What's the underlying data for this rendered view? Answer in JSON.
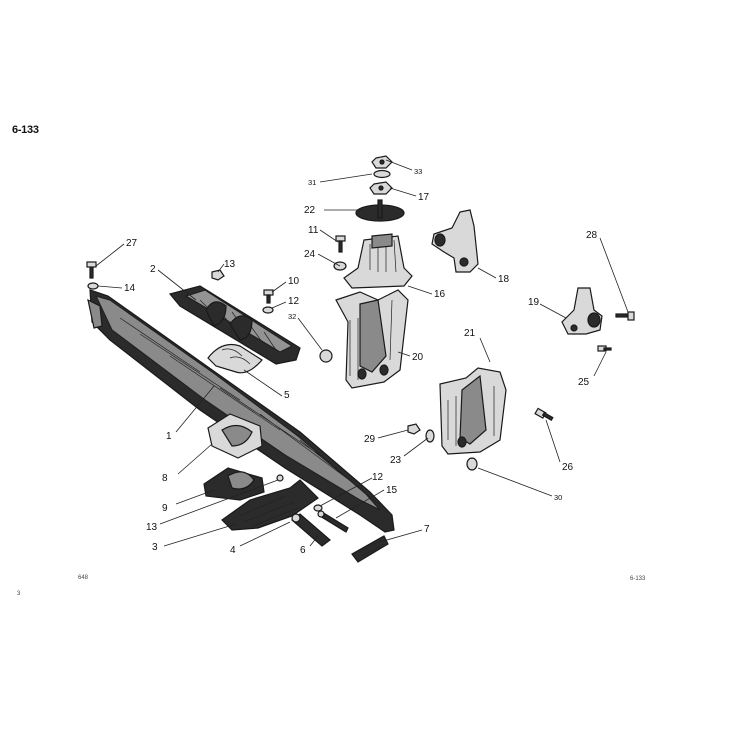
{
  "page": {
    "number": "6-133",
    "footer_left": "648",
    "footer_right": "6-133",
    "margin_mark": "3"
  },
  "callouts": {
    "c1": "1",
    "c2": "2",
    "c3": "3",
    "c4": "4",
    "c5": "5",
    "c6": "6",
    "c7": "7",
    "c8": "8",
    "c9": "9",
    "c10": "10",
    "c11": "11",
    "c12a": "12",
    "c12b": "12",
    "c13a": "13",
    "c13b": "13",
    "c14": "14",
    "c15": "15",
    "c16": "16",
    "c17": "17",
    "c18": "18",
    "c19": "19",
    "c20": "20",
    "c21": "21",
    "c22": "22",
    "c23": "23",
    "c24": "24",
    "c25": "25",
    "c26": "26",
    "c27": "27",
    "c28": "28",
    "c29": "29",
    "c30": "30",
    "c31": "31",
    "c32": "32",
    "c33": "33"
  }
}
